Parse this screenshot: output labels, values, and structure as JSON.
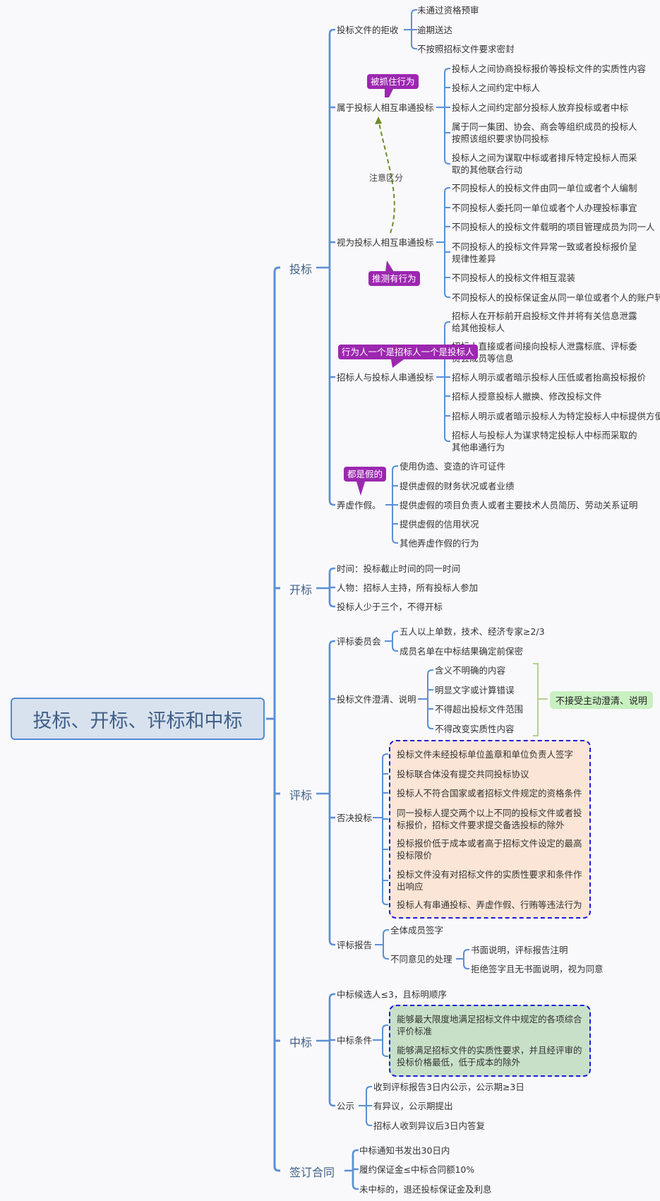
{
  "root": "投标、开标、评标和中标",
  "branches": {
    "toubiao": {
      "label": "投标",
      "reject": {
        "label": "投标文件的拒收",
        "items": [
          "未通过资格预审",
          "逾期送达",
          "不按照招标文件要求密封"
        ]
      },
      "collude1": {
        "label": "属于投标人相互串通投标",
        "callout": "被抓住行为",
        "items": [
          "投标人之间协商投标报价等投标文件的实质性内容",
          "投标人之间约定中标人",
          "投标人之间约定部分投标人放弃投标或者中标",
          "属于同一集团、协会、商会等组织成员的投标人按照该组织要求协同投标",
          "投标人之间为谋取中标或者排斥特定投标人而采取的其他联合行动"
        ]
      },
      "relation_note": "注意区分",
      "collude2": {
        "label": "视为投标人相互串通投标",
        "callout": "推测有行为",
        "items": [
          "不同投标人的投标文件由同一单位或者个人编制",
          "不同投标人委托同一单位或者个人办理投标事宜",
          "不同投标人的投标文件载明的项目管理成员为同一人",
          "不同投标人的投标文件异常一致或者投标报价呈规律性差异",
          "不同投标人的投标文件相互混装",
          "不同投标人的投标保证金从同一单位或者个人的账户转"
        ]
      },
      "collude3": {
        "label": "招标人与投标人串通投标",
        "callout": "行为人一个是招标人一个是投标人",
        "items": [
          "招标人在开标前开启投标文件并将有关信息泄露给其他投标人",
          "招标人直接或者间接向投标人泄露标底、评标委员会成员等信息",
          "招标人明示或者暗示投标人压低或者抬高投标报价",
          "招标人授意投标人撤换、修改投标文件",
          "招标人明示或者暗示投标人为特定投标人中标提供方便",
          "招标人与投标人为谋求特定投标人中标而采取的其他串通行为"
        ]
      },
      "fraud": {
        "label": "弄虚作假。",
        "callout": "都是假的",
        "items": [
          "使用伪造、变造的许可证件",
          "提供虚假的财务状况或者业绩",
          "提供虚假的项目负责人或者主要技术人员简历、劳动关系证明",
          "提供虚假的信用状况",
          "其他弄虚作假的行为"
        ]
      }
    },
    "kaibiao": {
      "label": "开标",
      "items": [
        "时间：投标截止时间的同一时间",
        "人物：招标人主持，所有投标人参加",
        "投标人少于三个，不得开标"
      ]
    },
    "pingbiao": {
      "label": "评标",
      "committee": {
        "label": "评标委员会",
        "items": [
          "五人以上单数，技术、经济专家≥2/3",
          "成员名单在中标结果确定前保密"
        ]
      },
      "clarify": {
        "label": "投标文件澄清、说明",
        "items": [
          "含义不明确的内容",
          "明显文字或计算错误",
          "不得超出投标文件范围",
          "不得改变实质性内容"
        ],
        "summary": "不接受主动澄清、说明"
      },
      "reject": {
        "label": "否决投标",
        "items": [
          "投标文件未经投标单位盖章和单位负责人签字",
          "投标联合体没有提交共同投标协议",
          "投标人不符合国家或者招标文件规定的资格条件",
          "同一投标人提交两个以上不同的投标文件或者投标报价，招标文件要求提交备选投标的除外",
          "投标报价低于成本或者高于招标文件设定的最高投标限价",
          "投标文件没有对招标文件的实质性要求和条件作出响应",
          "投标人有串通投标、弄虚作假、行贿等违法行为"
        ]
      },
      "report": {
        "label": "评标报告",
        "sign": "全体成员签字",
        "dissent": {
          "label": "不同意见的处理",
          "items": [
            "书面说明，评标报告注明",
            "拒绝签字且无书面说明，视为同意"
          ]
        }
      }
    },
    "zhongbiao": {
      "label": "中标",
      "candidates": "中标候选人≤3，且标明顺序",
      "conditions": {
        "label": "中标条件",
        "items": [
          "能够最大限度地满足招标文件中规定的各项综合评价标准",
          "能够满足招标文件的实质性要求，并且经评审的投标价格最低，低于成本的除外"
        ]
      },
      "publicity": {
        "label": "公示",
        "items": [
          "收到评标报告3日内公示，公示期≥3日",
          "有异议，公示期提出",
          "招标人收到异议后3日内答复"
        ]
      }
    },
    "contract": {
      "label": "签订合同",
      "items": [
        "中标通知书发出30日内",
        "履约保证金≤中标合同额10%",
        "未中标的，退还投标保证金及利息"
      ]
    }
  },
  "colors": {
    "line": "#5b8fd6",
    "callout": "#9c27b0",
    "dash_box": "#1a1adb",
    "reject_fill": "#fbe5d6",
    "cond_fill": "#c8e0c8",
    "summary_fill": "#c8f0c0",
    "note_arrow": "#6b8e23"
  }
}
